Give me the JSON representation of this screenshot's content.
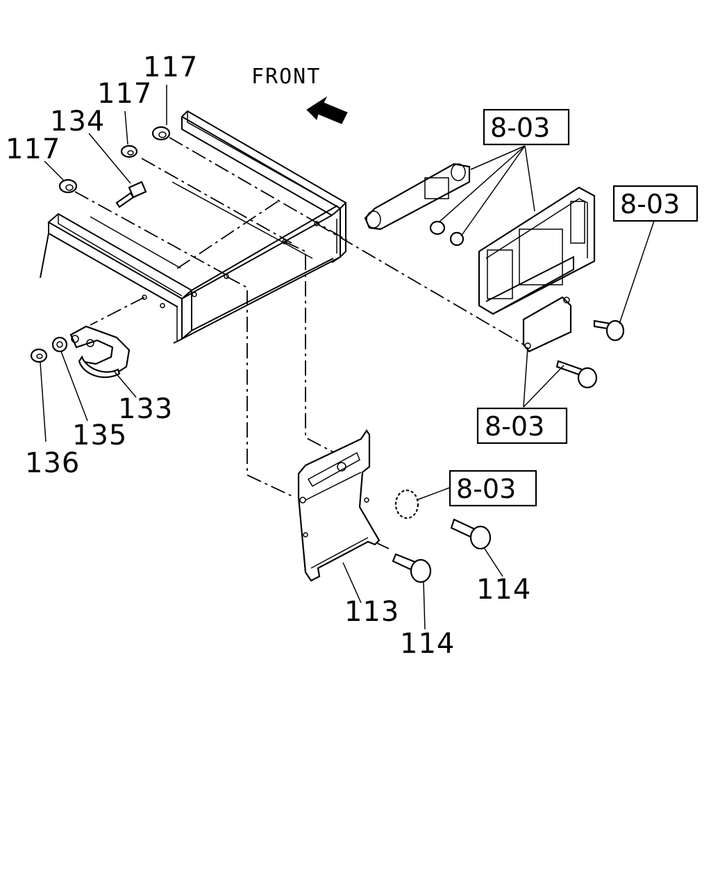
{
  "diagram": {
    "front_label": "FRONT",
    "colors": {
      "ink": "#000000",
      "paper": "#ffffff"
    },
    "icons": [
      "front-direction-arrow-icon"
    ],
    "callouts": [
      {
        "id": "c117a",
        "text": "117"
      },
      {
        "id": "c117b",
        "text": "117"
      },
      {
        "id": "c134",
        "text": "134"
      },
      {
        "id": "c117c",
        "text": "117"
      },
      {
        "id": "c133",
        "text": "133"
      },
      {
        "id": "c135",
        "text": "135"
      },
      {
        "id": "c136",
        "text": "136"
      },
      {
        "id": "c113",
        "text": "113"
      },
      {
        "id": "c114a",
        "text": "114"
      },
      {
        "id": "c114b",
        "text": "114"
      }
    ],
    "references": [
      {
        "id": "r1",
        "text": "8-03"
      },
      {
        "id": "r2",
        "text": "8-03"
      },
      {
        "id": "r3",
        "text": "8-03"
      },
      {
        "id": "r4",
        "text": "8-03"
      }
    ]
  }
}
